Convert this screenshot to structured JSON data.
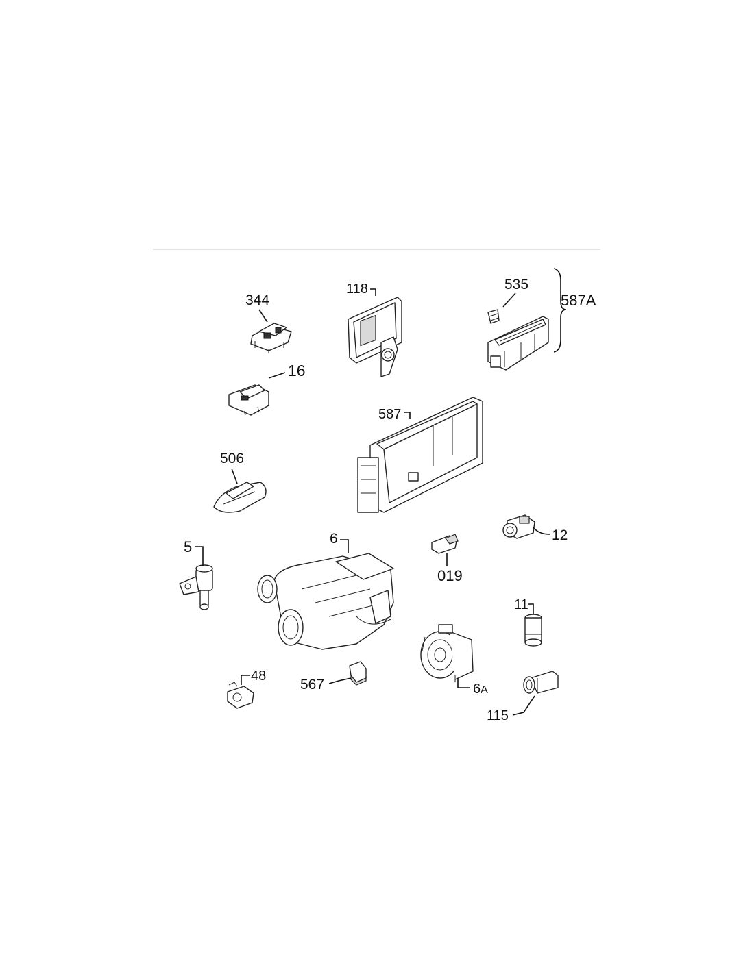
{
  "labels": {
    "p344": "344",
    "p118": "118",
    "p535": "535",
    "p587a": "587A",
    "p16": "16",
    "p587": "587",
    "p506": "506",
    "p12": "12",
    "p5": "5",
    "p6": "6",
    "p019": "019",
    "p11": "11",
    "p48": "48",
    "p567": "567",
    "p6a_num": "6",
    "p6a_suffix": "A",
    "p115": "115"
  }
}
